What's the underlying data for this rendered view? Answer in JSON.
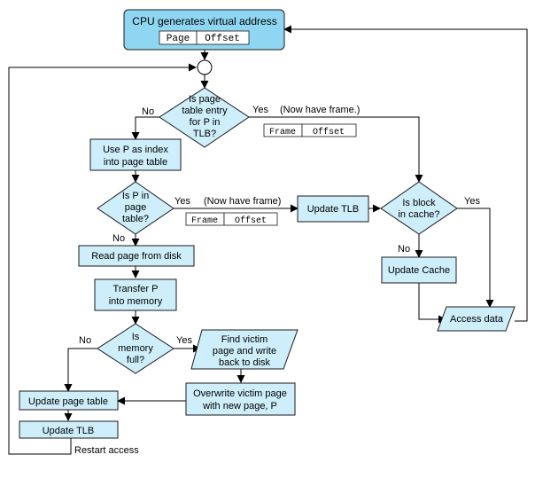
{
  "title": "CPU generates virtual address",
  "title_fields": [
    "Page",
    "Offset"
  ],
  "decisions": {
    "tlb": [
      "Is page",
      "table entry",
      "for P in",
      "TLB?"
    ],
    "page_table": [
      "Is P in",
      "page",
      "table?"
    ],
    "cache": [
      "Is block",
      "in cache?"
    ],
    "memory_full": [
      "Is",
      "memory",
      "full?"
    ]
  },
  "processes": {
    "use_index": [
      "Use P as index",
      "into page table"
    ],
    "update_tlb_right": "Update TLB",
    "read_disk": "Read page from disk",
    "transfer": [
      "Transfer P",
      "into memory"
    ],
    "update_cache": "Update Cache",
    "find_victim": [
      "Find victim",
      "page and write",
      "back to disk"
    ],
    "overwrite": [
      "Overwrite victim page",
      "with new page, P"
    ],
    "update_page_table": "Update page table",
    "update_tlb_bottom": "Update TLB"
  },
  "io": {
    "access_data": "Access data"
  },
  "frame_fields": [
    "Frame",
    "Offset"
  ],
  "labels": {
    "yes": "Yes",
    "no": "No",
    "now_have_frame_1": "(Now have frame.)",
    "now_have_frame_2": "(Now have frame)",
    "restart": "Restart access"
  }
}
